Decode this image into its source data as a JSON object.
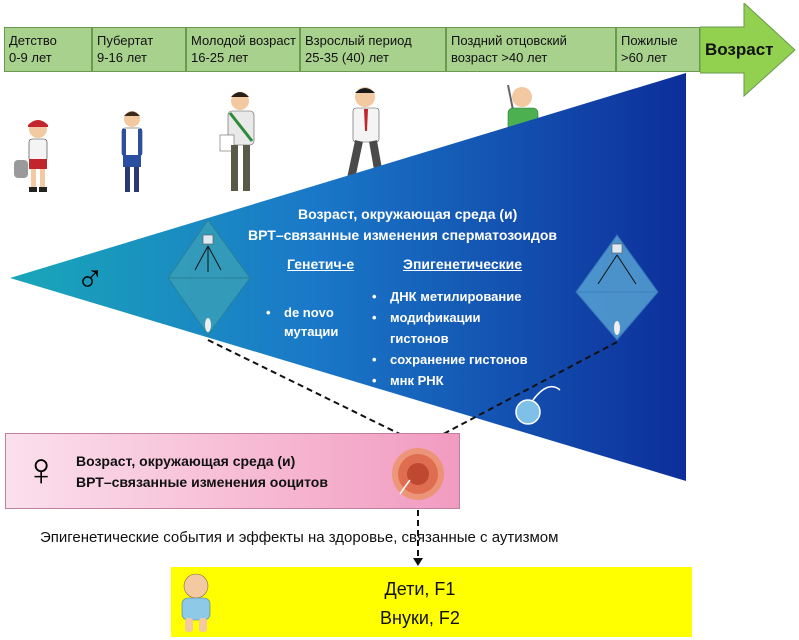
{
  "timeline": {
    "stages": [
      {
        "name": "Детство",
        "range": "0-9 лет"
      },
      {
        "name": "Пубертат",
        "range": "9-16 лет"
      },
      {
        "name": "Молодой возраст",
        "range": "16-25 лет"
      },
      {
        "name": "Взрослый период",
        "range": "25-35 (40) лет"
      },
      {
        "name": "Поздний отцовский",
        "range": "возраст >40 лет"
      },
      {
        "name": "Пожилые",
        "range": ">60 лет"
      }
    ],
    "axis_label": "Возраст"
  },
  "sperm": {
    "title_line1": "Возраст, окружающая среда (и)",
    "title_line2": "ВРТ–связанные изменения сперматозоидов",
    "male_symbol": "♂",
    "genetic_heading": "Генетич-е",
    "genetic_items": [
      "de novo",
      "мутации"
    ],
    "epigenetic_heading": "Эпигенетические",
    "epigenetic_items": [
      "ДНК метилирование",
      "модификации",
      "гистонов",
      "сохранение гистонов",
      "мнк РНК"
    ]
  },
  "oocyte": {
    "female_symbol": "♀",
    "line1": "Возраст, окружающая среда (и)",
    "line2": "ВРТ–связанные изменения ооцитов"
  },
  "consequence": "Эпигенетические события и эффекты на здоровье, связанные с аутизмом",
  "offspring": {
    "line1": "Дети, F1",
    "line2": "Внуки, F2"
  },
  "colors": {
    "timeline": "#a9d18e",
    "arrow": "#92d050",
    "wedge_start": "#19a7b8",
    "wedge_end": "#0d2e9a",
    "oocyte_box": "#f6b7d1",
    "offspring_box": "#ffff00"
  }
}
